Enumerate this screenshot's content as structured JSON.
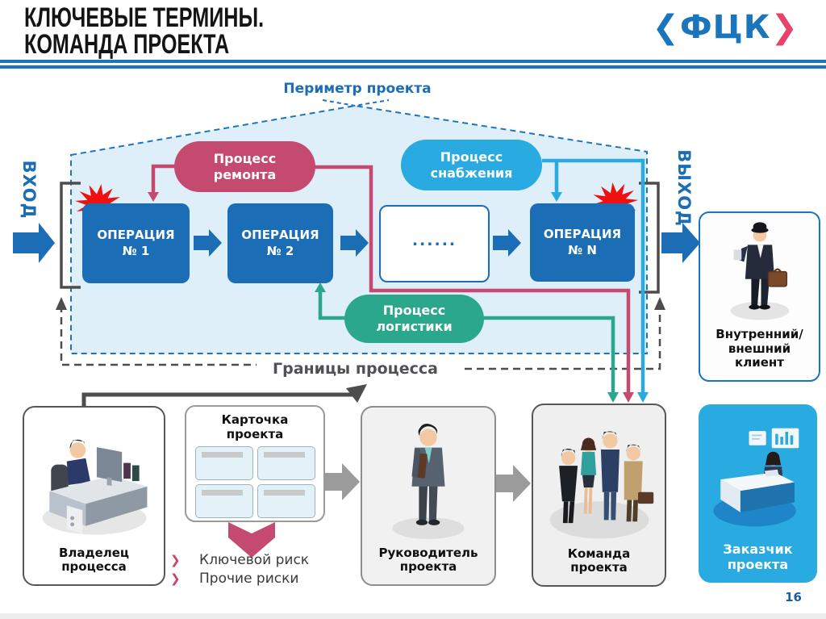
{
  "header": {
    "title_line1": "КЛЮЧЕВЫЕ ТЕРМИНЫ.",
    "title_line2": "КОМАНДА ПРОЕКТА",
    "logo": {
      "left": "❮",
      "text": "ФЦК",
      "right": "❯"
    }
  },
  "page_number": "16",
  "diagram": {
    "perimeter_label": "Периметр проекта",
    "input_label": "ВХОД",
    "output_label": "ВЫХОД",
    "boundary_label": "Границы процесса",
    "ellipsis": "......",
    "operations": [
      {
        "line1": "ОПЕРАЦИЯ",
        "line2": "№ 1"
      },
      {
        "line1": "ОПЕРАЦИЯ",
        "line2": "№ 2"
      },
      {
        "line1": "ОПЕРАЦИЯ",
        "line2": "№ N"
      }
    ],
    "processes": {
      "repair": {
        "line1": "Процесс",
        "line2": "ремонта"
      },
      "supply": {
        "line1": "Процесс",
        "line2": "снабжения"
      },
      "logistics": {
        "line1": "Процесс",
        "line2": "логистики"
      }
    }
  },
  "roles": {
    "owner": {
      "line1": "Владелец",
      "line2": "процесса"
    },
    "card": {
      "line1": "Карточка",
      "line2": "проекта"
    },
    "manager": {
      "line1": "Руководитель",
      "line2": "проекта"
    },
    "team": {
      "line1": "Команда",
      "line2": "проекта"
    },
    "customer": {
      "line1": "Заказчик",
      "line2": "проекта"
    },
    "client": {
      "line1": "Внутренний/",
      "line2": "внешний",
      "line3": "клиент"
    }
  },
  "risks": {
    "bullet": "❯",
    "items": [
      "Ключевой риск",
      "Прочие риски"
    ]
  },
  "colors": {
    "primary_blue": "#1B6EB5",
    "cyan": "#29ABE2",
    "teal": "#2BA78C",
    "crimson": "#C54A6F",
    "perimeter_fill": "#DFEFFA",
    "dark_gray": "#4D4D4D",
    "alert_red": "#F01010",
    "logo_blue": "#1B75BC",
    "logo_pink": "#E8416B"
  }
}
